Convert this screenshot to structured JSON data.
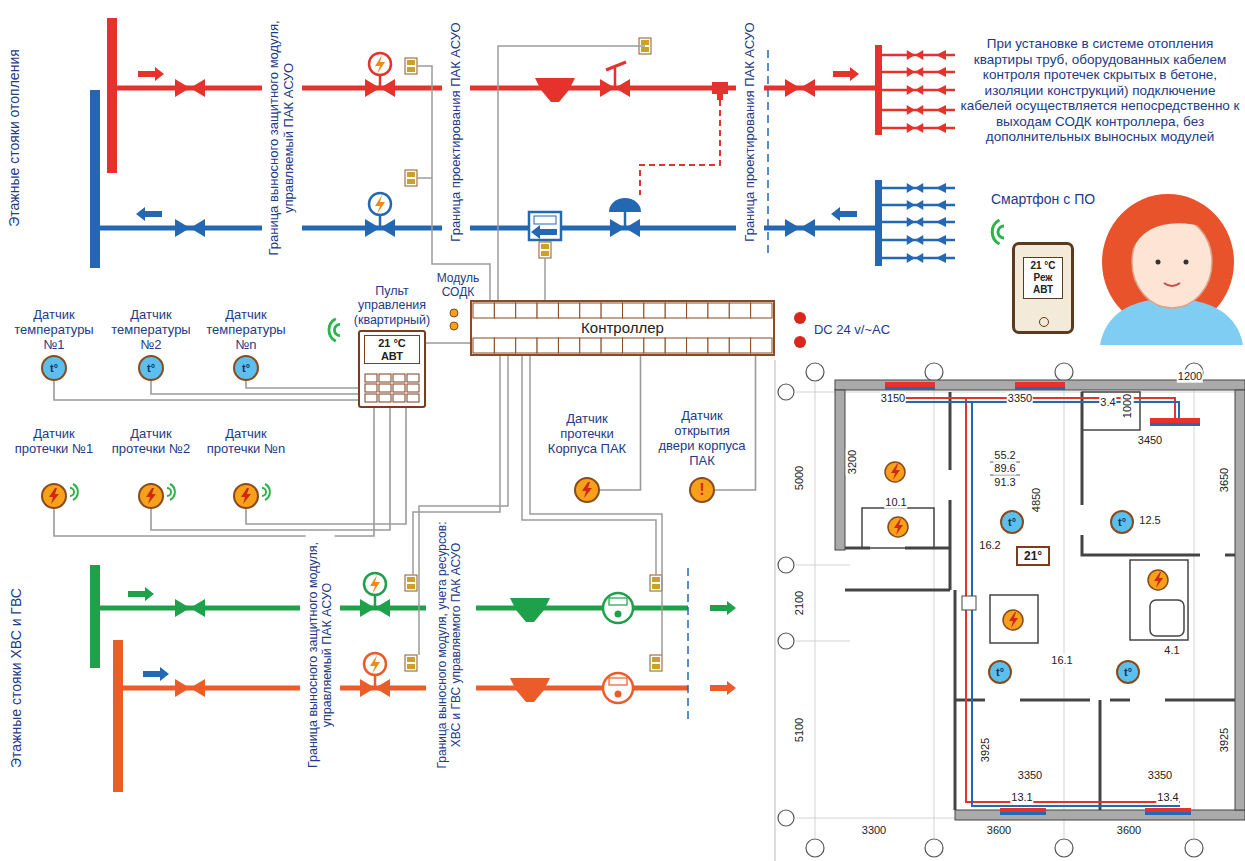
{
  "diagram": {
    "nodes": [
      {
        "text": [
          "Смартфон с ПО",
          "21 °C Реж АВТ"
        ]
      },
      {
        "text": [
          "Пульт управления (квартирный)",
          "21 °C АВТ"
        ]
      },
      {
        "text": [
          "Контроллер"
        ]
      },
      {
        "text": [
          "Датчик температуры №1",
          "t°"
        ]
      },
      {
        "text": [
          "Датчик температуры №2",
          "t°"
        ]
      },
      {
        "text": [
          "Датчик температуры №n",
          "t°"
        ]
      },
      {
        "text": [
          "Датчик протечки №1"
        ]
      },
      {
        "text": [
          "Датчик протечки №2"
        ]
      },
      {
        "text": [
          "Датчик протечки №n"
        ]
      },
      {
        "text": [
          "Датчик протечки Корпуса ПАК"
        ]
      },
      {
        "text": [
          "Датчик открытия двери корпуса ПАК",
          "!"
        ]
      },
      {
        "text": [
          "t°"
        ]
      },
      {
        "text": [
          "t°"
        ]
      },
      {
        "text": [
          "t°"
        ]
      },
      {
        "text": [
          "t°"
        ]
      },
      {
        "text": [
          "21°"
        ]
      }
    ],
    "edges": [
      {
        "from": 3,
        "to": 1,
        "arrow": "none"
      },
      {
        "from": 4,
        "to": 1,
        "arrow": "none"
      },
      {
        "from": 5,
        "to": 1,
        "arrow": "none"
      },
      {
        "from": 6,
        "to": 1,
        "arrow": "none"
      },
      {
        "from": 7,
        "to": 1,
        "arrow": "none"
      },
      {
        "from": 8,
        "to": 1,
        "arrow": "none"
      },
      {
        "from": 1,
        "to": 2,
        "arrow": "none"
      },
      {
        "from": 9,
        "to": 2,
        "arrow": "none"
      },
      {
        "from": 10,
        "to": 2,
        "arrow": "none"
      }
    ],
    "labels": [
      "Этажные стояки отопления",
      "Граница выносного защитного модуля, управляемый ПАК АСУО",
      "Граница проектирования ПАК АСУО",
      "Граница проектирования ПАК АСУО",
      "При установке в системе отопления квартиры труб, оборудованных кабелем контроля протечек скрытых в бетоне, изоляции конструкций) подключение кабелей осуществляется непосредственно к выходам СОДК контроллера, без дополнительных выносных модулей",
      "Модуль СОДК",
      "DC 24 v/~AC",
      "Этажные стояки ХВС и ГВС",
      "Граница выносного защитного модуля, управляемый ПАК АСУО",
      "Граница выносного модуля, учета ресурсов: ХВС и ГВС управляемого ПАК АСУО",
      "3150",
      "3350",
      "3.4",
      "1000",
      "1200",
      "3200",
      "5000",
      "10.1",
      "55.2",
      "89.6",
      "91.3",
      "4850",
      "3450",
      "3650",
      "16.2",
      "12.5",
      "2100",
      "4.1",
      "16.1",
      "5100",
      "3925",
      "3925",
      "3350",
      "3350",
      "13.1",
      "13.4",
      "3300",
      "3600",
      "3600"
    ]
  }
}
